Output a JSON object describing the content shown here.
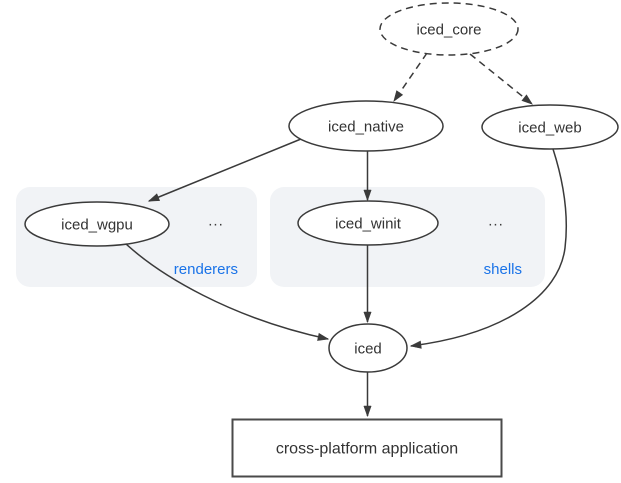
{
  "diagram": {
    "colors": {
      "stroke": "#3a3a3a",
      "text": "#333333",
      "accent_blue": "#1a73e8",
      "group_fill": "#f1f3f6",
      "node_fill": "#ffffff",
      "background": "#ffffff"
    },
    "nodes": {
      "iced_core": {
        "label": "iced_core",
        "shape": "ellipse",
        "border": "dashed"
      },
      "iced_native": {
        "label": "iced_native",
        "shape": "ellipse",
        "border": "solid"
      },
      "iced_web": {
        "label": "iced_web",
        "shape": "ellipse",
        "border": "solid"
      },
      "iced_wgpu": {
        "label": "iced_wgpu",
        "shape": "ellipse",
        "border": "solid"
      },
      "iced_winit": {
        "label": "iced_winit",
        "shape": "ellipse",
        "border": "solid"
      },
      "iced": {
        "label": "iced",
        "shape": "ellipse",
        "border": "solid"
      },
      "application": {
        "label": "cross-platform application",
        "shape": "rect",
        "border": "solid"
      }
    },
    "groups": {
      "renderers": {
        "label": "renderers",
        "ellipsis": "...",
        "contains": [
          "iced_wgpu"
        ]
      },
      "shells": {
        "label": "shells",
        "ellipsis": "...",
        "contains": [
          "iced_winit"
        ]
      }
    },
    "edges": [
      {
        "from": "iced_core",
        "to": "iced_native",
        "style": "dashed"
      },
      {
        "from": "iced_core",
        "to": "iced_web",
        "style": "dashed"
      },
      {
        "from": "iced_native",
        "to": "iced_wgpu",
        "style": "solid"
      },
      {
        "from": "iced_native",
        "to": "iced_winit",
        "style": "solid"
      },
      {
        "from": "iced_wgpu",
        "to": "iced",
        "style": "solid"
      },
      {
        "from": "iced_winit",
        "to": "iced",
        "style": "solid"
      },
      {
        "from": "iced_web",
        "to": "iced",
        "style": "solid"
      },
      {
        "from": "iced",
        "to": "application",
        "style": "solid"
      }
    ]
  }
}
